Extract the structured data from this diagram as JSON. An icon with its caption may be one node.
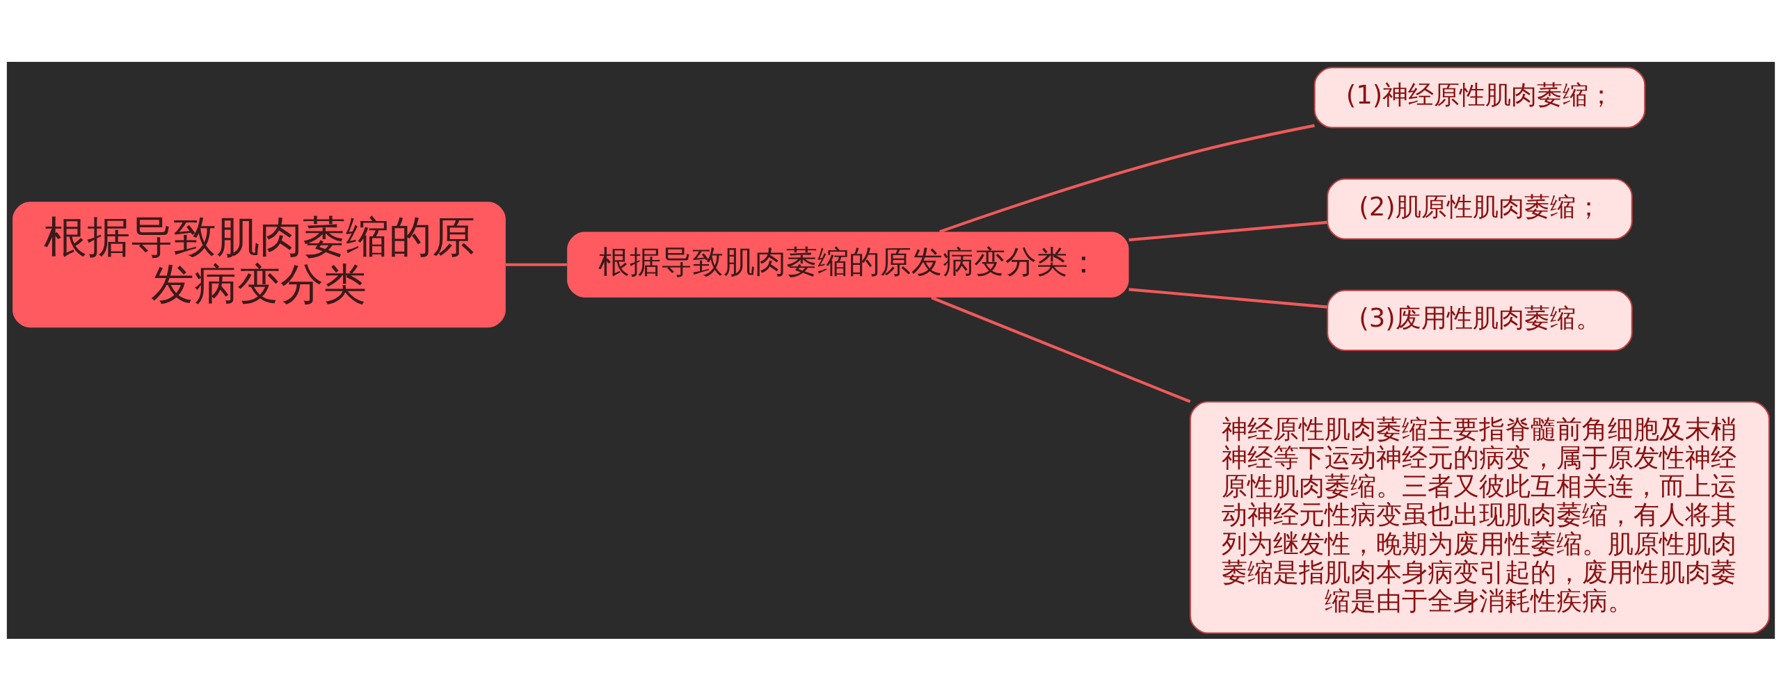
{
  "diagram": {
    "nodes": [
      {
        "text": [
          "根据导致肌肉萎缩的原发病变分类"
        ]
      },
      {
        "text": [
          "根据导致肌肉萎缩的原发病变分类："
        ]
      },
      {
        "text": [
          "(1)神经原性肌肉萎缩；"
        ]
      },
      {
        "text": [
          "(2)肌原性肌肉萎缩；"
        ]
      },
      {
        "text": [
          "(3)废用性肌肉萎缩。"
        ]
      },
      {
        "text": [
          "神经原性肌肉萎缩主要指脊髓前角细胞及末梢神经等下运动神经元的病变，属于原发性神经原性肌肉萎缩。三者又彼此互相关连，而上运动神经元性病变虽也出现肌肉萎缩，有人将其列为继发性，晚期为废用性萎缩。肌原性肌肉萎缩是指肌肉本身病变引起的，废用性肌肉萎缩是由于全身消耗性疾病。"
        ]
      }
    ],
    "edges": [
      {
        "from": 0,
        "to": 1,
        "arrow": "none"
      },
      {
        "from": 1,
        "to": 2,
        "arrow": "none"
      },
      {
        "from": 1,
        "to": 3,
        "arrow": "none"
      },
      {
        "from": 1,
        "to": 4,
        "arrow": "none"
      },
      {
        "from": 1,
        "to": 5,
        "arrow": "none"
      }
    ]
  }
}
